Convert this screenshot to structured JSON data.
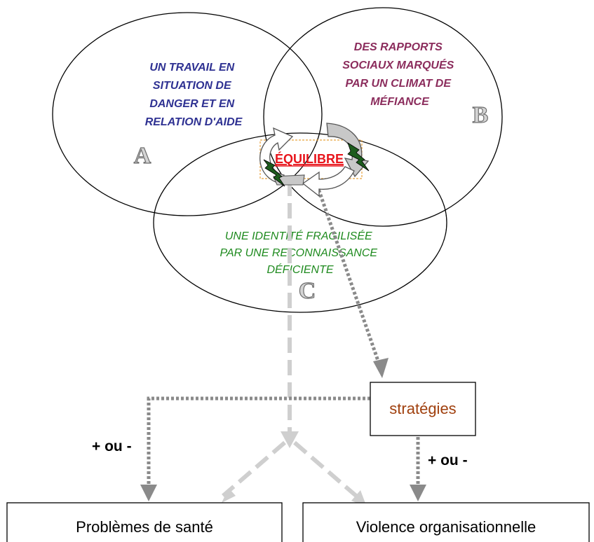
{
  "diagram": {
    "circle_a": {
      "lines": [
        "UN TRAVAIL EN",
        "SITUATION DE",
        "DANGER ET EN",
        "RELATION D'AIDE"
      ],
      "letter": "A",
      "color": "#2e3192"
    },
    "circle_b": {
      "lines": [
        "DES RAPPORTS",
        "SOCIAUX MARQUÉS",
        "PAR UN CLIMAT DE",
        "MÉFIANCE"
      ],
      "letter": "B",
      "color": "#8b2c5c"
    },
    "circle_c": {
      "lines": [
        "UNE IDENTITÉ FRAGILISÉE",
        "PAR UNE RECONNAISSANCE",
        "DÉFICIENTE"
      ],
      "letter": "C",
      "color": "#1e8a1e"
    },
    "equilibre": {
      "label": "ÉQUILIBRE",
      "color": "#e8141b"
    },
    "strategies": {
      "label": "stratégies",
      "color": "#a0400e"
    },
    "plus_minus_left": "+ ou -",
    "plus_minus_right": "+ ou -",
    "box_health": "Problèmes de santé",
    "box_violence": "Violence organisationnelle"
  }
}
